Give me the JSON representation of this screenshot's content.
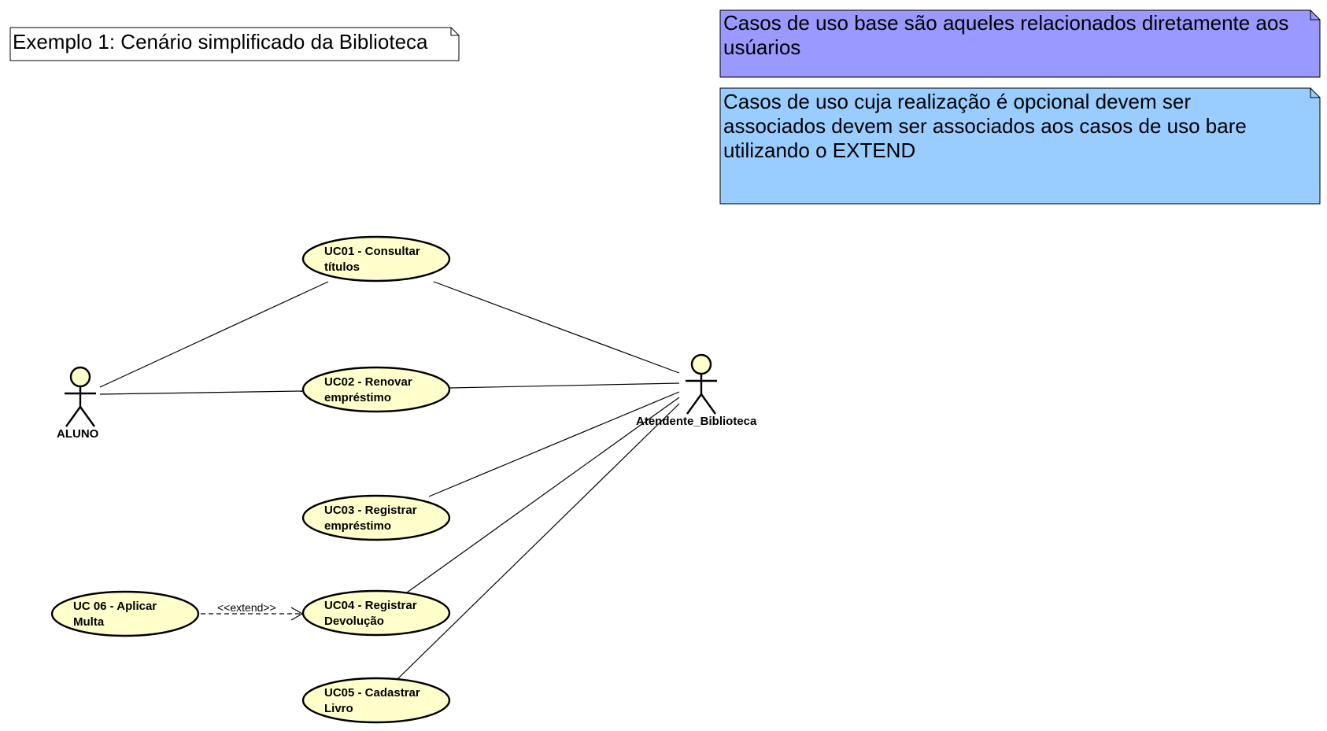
{
  "notes": {
    "title": "Exemplo 1: Cenário simplificado da Biblioteca",
    "base_use_cases": {
      "lines": [
        "Casos de uso base são aqueles relacionados diretamente aos",
        "usúarios"
      ],
      "color": "#9999FF"
    },
    "extend_use_cases": {
      "lines": [
        "Casos de uso cuja realização é opcional devem ser",
        "associados devem ser associados aos casos de uso bare",
        "utilizando o EXTEND"
      ],
      "color": "#99CCFF"
    }
  },
  "actors": {
    "aluno": {
      "name": "ALUNO"
    },
    "atendente": {
      "name": "Atendente_Biblioteca"
    }
  },
  "use_cases": {
    "uc01": {
      "lines": [
        "UC01 - Consultar",
        "títulos"
      ]
    },
    "uc02": {
      "lines": [
        "UC02 - Renovar",
        "empréstimo"
      ]
    },
    "uc03": {
      "lines": [
        "UC03 - Registrar",
        "empréstimo"
      ]
    },
    "uc04": {
      "lines": [
        "UC04 - Registrar",
        "Devolução"
      ]
    },
    "uc05": {
      "lines": [
        "UC05 - Cadastrar",
        "Livro"
      ]
    },
    "uc06": {
      "lines": [
        "UC 06 - Aplicar",
        "Multa"
      ]
    }
  },
  "relations": {
    "extend_label": "<<extend>>"
  },
  "colors": {
    "use_case_fill": "#FFFFCC",
    "actor_fill": "#FFFFCC"
  }
}
